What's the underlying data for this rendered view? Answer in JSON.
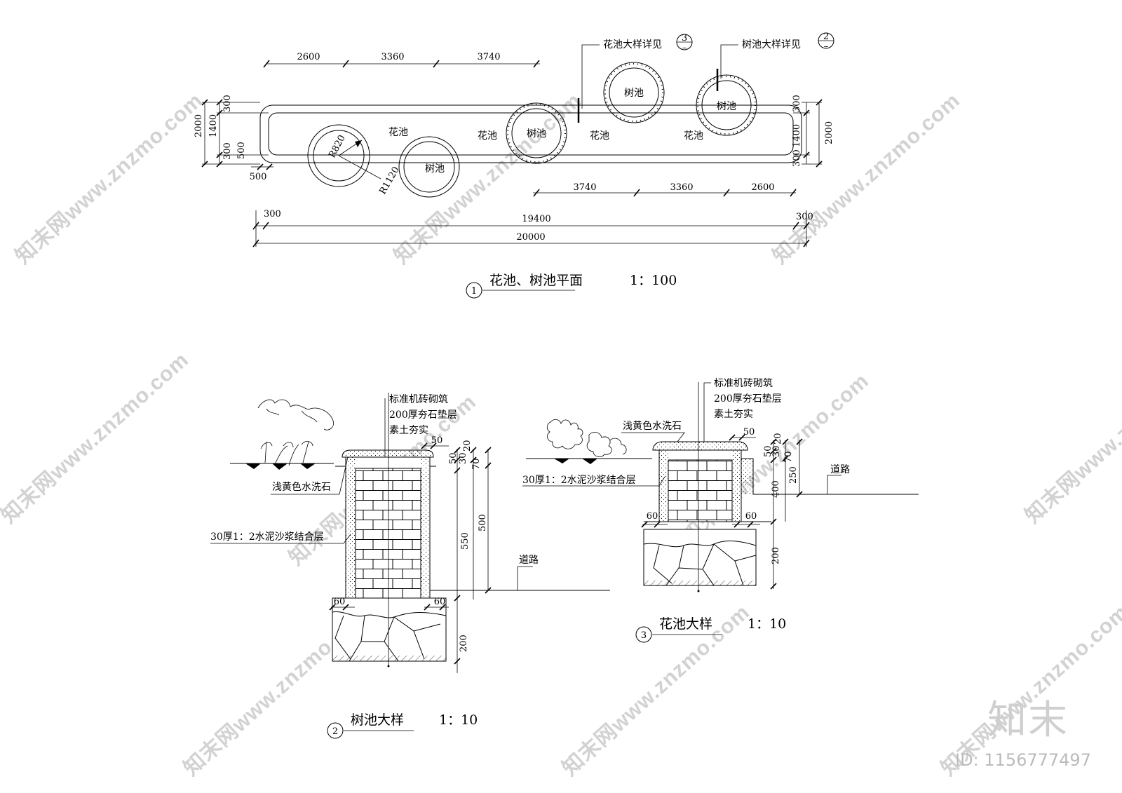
{
  "plan": {
    "top_dims": [
      "2600",
      "3360",
      "3740"
    ],
    "bottom_dims": [
      "3740",
      "3360",
      "2600"
    ],
    "left_dims": {
      "total": "2000",
      "inner": "1400",
      "top": "300",
      "bottom": "300",
      "gap": "500",
      "offset": "500"
    },
    "right_dims": {
      "total": "2000",
      "inner": "1400",
      "top": "300",
      "bottom": "300"
    },
    "overall": {
      "left": "300",
      "inner": "19400",
      "right": "300",
      "total": "20000"
    },
    "radius_inner": "R820",
    "radius_outer": "R1120",
    "labels": {
      "flower_bed": "花池",
      "tree_pit": "树池"
    },
    "ref_flower": {
      "text": "花池大样详见",
      "num": "3",
      "sub": "–"
    },
    "ref_tree": {
      "text": "树池大样详见",
      "num": "2",
      "sub": "–"
    },
    "title": {
      "num": "1",
      "text": "花池、树池平面",
      "scale": "1：100"
    }
  },
  "tree_detail": {
    "notes": [
      "标准机砖砌筑",
      "200厚夯石垫层",
      "素土夯实"
    ],
    "left_label": "浅黄色水洗石",
    "mortar": "30厚1：2水泥沙浆结合层",
    "road": "道路",
    "dims": {
      "cap_w": "50",
      "d50": "50",
      "d30": "30",
      "d20": "20",
      "d70": "70",
      "h500": "500",
      "h550": "550",
      "base": "200",
      "foot_l": "60",
      "foot_r": "60"
    },
    "title": {
      "num": "2",
      "text": "树池大样",
      "scale": "1：10"
    }
  },
  "flower_detail": {
    "notes": [
      "标准机砖砌筑",
      "200厚夯石垫层",
      "素土夯实"
    ],
    "right_label": "浅黄色水洗石",
    "mortar": "30厚1：2水泥沙浆结合层",
    "road": "道路",
    "dims": {
      "cap_w": "50",
      "d50": "50",
      "d30": "30",
      "d20": "20",
      "d70": "70",
      "h250": "250",
      "h400": "400",
      "base": "200",
      "foot_l": "60",
      "foot_r": "60"
    },
    "title": {
      "num": "3",
      "text": "花池大样",
      "scale": "1：10"
    }
  },
  "brand": {
    "logo": "知末",
    "id": "ID: 1156777497",
    "watermark": "知末网www.znzmo.com"
  }
}
